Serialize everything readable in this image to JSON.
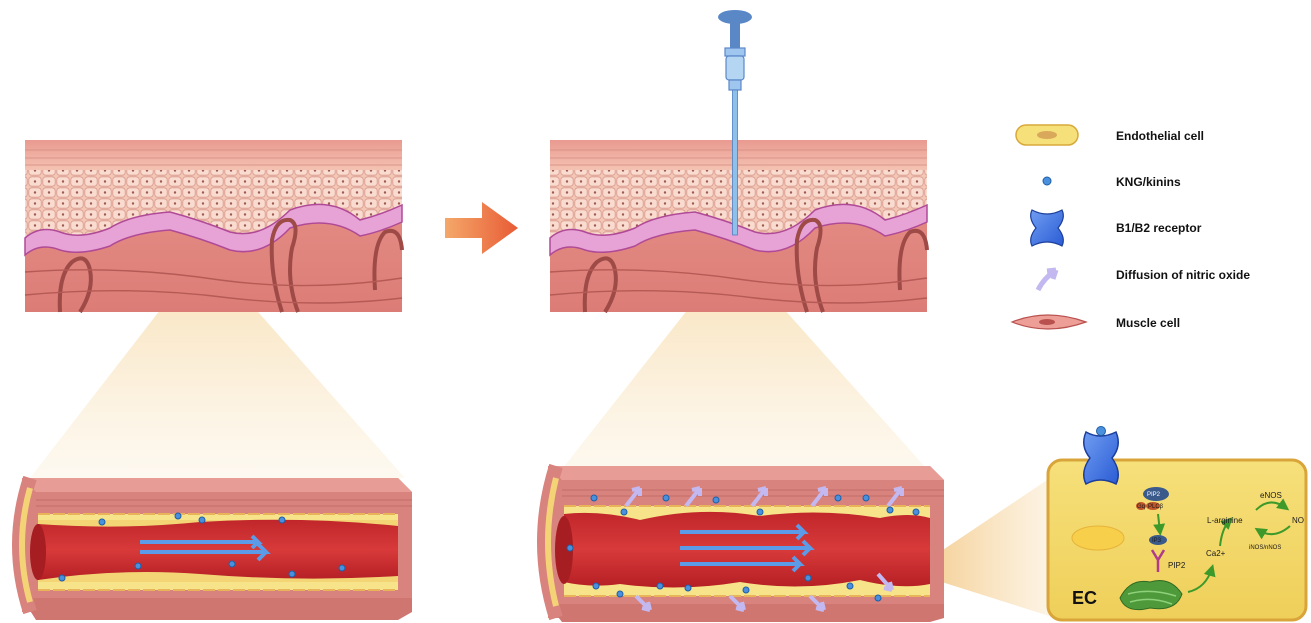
{
  "legend": {
    "items": [
      {
        "label": "Endothelial cell",
        "icon": "endothelial-cell-icon"
      },
      {
        "label": "KNG/kinins",
        "icon": "kinin-dot-icon"
      },
      {
        "label": "B1/B2 receptor",
        "icon": "receptor-icon"
      },
      {
        "label": "Diffusion of nitric oxide",
        "icon": "no-arrow-icon"
      },
      {
        "label": "Muscle cell",
        "icon": "muscle-cell-icon"
      }
    ]
  },
  "cell_inset": {
    "ec_label": "EC",
    "pip2_top": "PIP2",
    "gq": "Gq",
    "plcb": "PLCβ",
    "ip3": "IP3",
    "pip2_bottom": "PIP2",
    "ca": "Ca2+",
    "l_arginine": "L-arginine",
    "enos": "eNOS",
    "no": "NO",
    "inos": "iNOS/nNOS"
  },
  "colors": {
    "tissue": "#e58a86",
    "epidermis": "#f0b6a8",
    "vessel_wall": "#d9837e",
    "endothelium": "#f7e58a",
    "blood": "#c8282b",
    "flow_arrow": "#5b9be8",
    "no_arrow": "#c3b8f0",
    "zoom_cone": "#f6d49a",
    "process_arrow": "#ee7a45",
    "cell_fill": "#f3d86a"
  }
}
